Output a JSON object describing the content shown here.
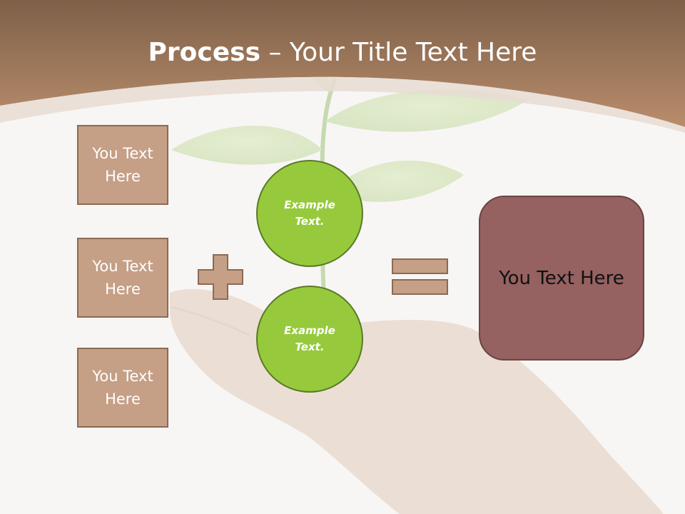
{
  "title": {
    "bold": "Process",
    "rest": " – Your Title Text Here"
  },
  "left_boxes": [
    {
      "label": "You Text Here"
    },
    {
      "label": "You Text Here"
    },
    {
      "label": "You Text Here"
    }
  ],
  "circles": [
    {
      "label": "Example Text."
    },
    {
      "label": "Example Text."
    }
  ],
  "operators": {
    "plus": "plus-icon",
    "equals": "equals-icon"
  },
  "result": {
    "label": "You Text Here"
  },
  "colors": {
    "header_brown": "#a9805e",
    "box_fill": "#c59f86",
    "circle_green": "#97c93d",
    "result_fill": "#956161"
  }
}
